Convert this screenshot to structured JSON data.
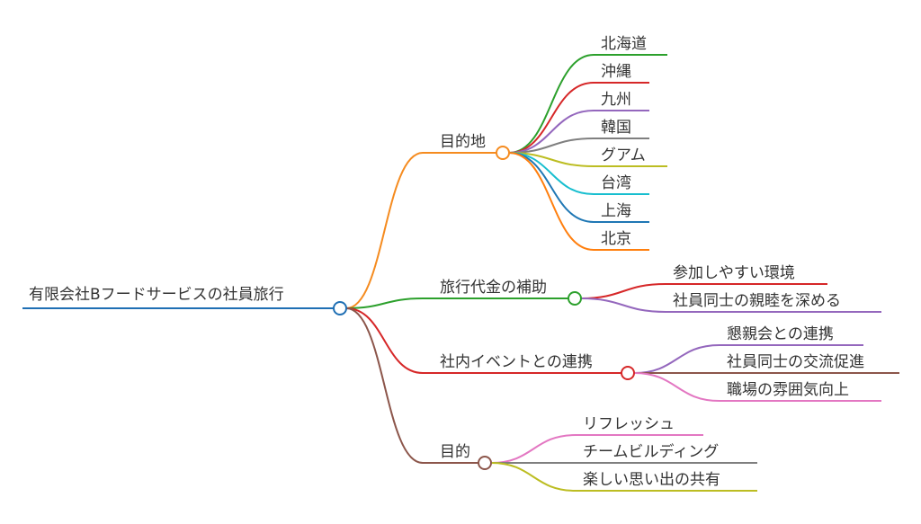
{
  "root": {
    "label": "有限会社Bフードサービスの社員旅行",
    "color": "#1f6fb4"
  },
  "branches": [
    {
      "label": "目的地",
      "color": "#f58b1f",
      "children": [
        {
          "label": "北海道",
          "color": "#2ca02c"
        },
        {
          "label": "沖縄",
          "color": "#d62728"
        },
        {
          "label": "九州",
          "color": "#9467bd"
        },
        {
          "label": "韓国",
          "color": "#7f7f7f"
        },
        {
          "label": "グアム",
          "color": "#bcbd22"
        },
        {
          "label": "台湾",
          "color": "#17becf"
        },
        {
          "label": "上海",
          "color": "#1f77b4"
        },
        {
          "label": "北京",
          "color": "#ff7f0e"
        }
      ]
    },
    {
      "label": "旅行代金の補助",
      "color": "#2ca02c",
      "children": [
        {
          "label": "参加しやすい環境",
          "color": "#d62728"
        },
        {
          "label": "社員同士の親睦を深める",
          "color": "#9467bd"
        }
      ]
    },
    {
      "label": "社内イベントとの連携",
      "color": "#d62728",
      "children": [
        {
          "label": "懇親会との連携",
          "color": "#9467bd"
        },
        {
          "label": "社員同士の交流促進",
          "color": "#8c564b"
        },
        {
          "label": "職場の雰囲気向上",
          "color": "#e377c2"
        }
      ]
    },
    {
      "label": "目的",
      "color": "#8c564b",
      "children": [
        {
          "label": "リフレッシュ",
          "color": "#e377c2"
        },
        {
          "label": "チームビルディング",
          "color": "#7f7f7f"
        },
        {
          "label": "楽しい思い出の共有",
          "color": "#bcbd22"
        }
      ]
    }
  ]
}
